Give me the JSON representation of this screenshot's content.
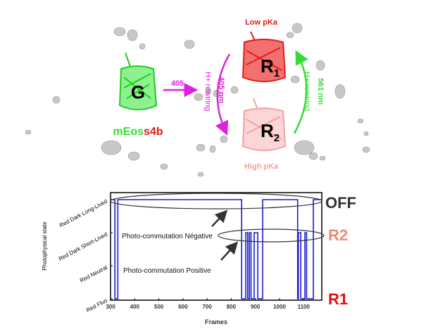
{
  "scheme": {
    "green_label": "G",
    "protein_name_part1": "mEos",
    "protein_name_part2": "s4b",
    "arrow_405_label": "405",
    "magenta_arc_label_1": "H+ rewiring",
    "magenta_arc_label_2": "405 nm",
    "r1_label": "R",
    "r1_sub": "1",
    "r2_label": "R",
    "r2_sub": "2",
    "low_pka": "Low pKa",
    "high_pka": "High pKa",
    "green_arc_label_1": "H+ rewiring",
    "green_arc_label_2": "561 nm",
    "colors": {
      "green": "#33dd33",
      "red": "#e81818",
      "pink": "#f4a0a0",
      "magenta": "#e020e0"
    }
  },
  "side_labels": {
    "off": "OFF",
    "r2": "R2",
    "r1": "R1"
  },
  "annotations": {
    "negative": "Photo-commutation Négative",
    "positive": "Photo-commutation Positive"
  },
  "chart_data": {
    "type": "line",
    "step": true,
    "xlabel": "Frames",
    "ylabel": "Photophysical state",
    "xlim": [
      300,
      1175
    ],
    "xticks": [
      300,
      400,
      500,
      600,
      700,
      800,
      900,
      1000,
      1100
    ],
    "yticks": [
      "Red Fluo",
      "Red Neutral",
      "Red Dark Short-Lived",
      "Red Dark Long-Lived"
    ],
    "series": [
      {
        "name": "trace",
        "color": "#1a1ad0",
        "points": [
          [
            300,
            3
          ],
          [
            318,
            3
          ],
          [
            318,
            0
          ],
          [
            330,
            0
          ],
          [
            330,
            3
          ],
          [
            843,
            3
          ],
          [
            843,
            0
          ],
          [
            860,
            0
          ],
          [
            860,
            2
          ],
          [
            868,
            2
          ],
          [
            868,
            0
          ],
          [
            875,
            0
          ],
          [
            875,
            2
          ],
          [
            882,
            2
          ],
          [
            882,
            0
          ],
          [
            895,
            0
          ],
          [
            895,
            2
          ],
          [
            910,
            2
          ],
          [
            910,
            0
          ],
          [
            930,
            0
          ],
          [
            930,
            3
          ],
          [
            1075,
            3
          ],
          [
            1075,
            0
          ],
          [
            1078,
            0
          ],
          [
            1078,
            2
          ],
          [
            1088,
            2
          ],
          [
            1088,
            0
          ],
          [
            1105,
            0
          ],
          [
            1105,
            2
          ],
          [
            1112,
            2
          ],
          [
            1112,
            0
          ],
          [
            1140,
            0
          ],
          [
            1140,
            3
          ],
          [
            1175,
            3
          ]
        ]
      }
    ]
  }
}
